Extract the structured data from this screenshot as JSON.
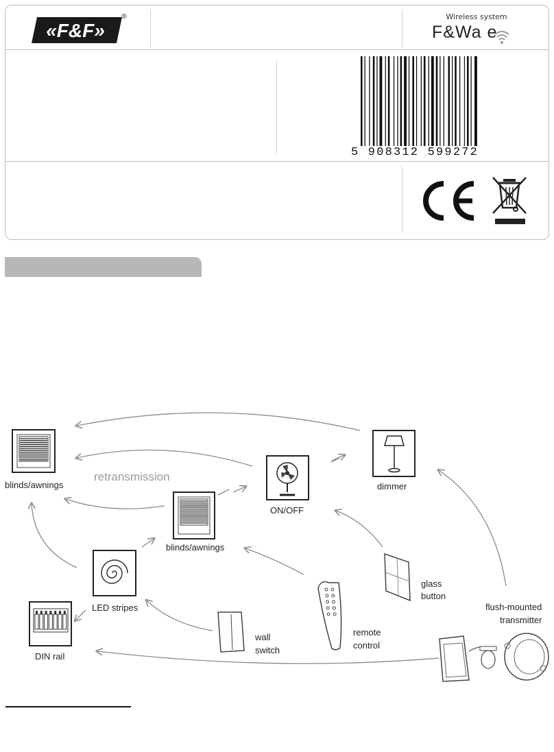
{
  "header": {
    "logo_text": "«F&F»",
    "registered_mark": "®",
    "wireless_label": "Wireless system",
    "brand_name": "F&Wa  e",
    "barcode_number": "5 908312 599272"
  },
  "diagram": {
    "labels": {
      "blinds_left": "blinds/awnings",
      "retransmission": "retransmission",
      "blinds_center": "blinds/awnings",
      "on_off": "ON/OFF",
      "dimmer": "dimmer",
      "led_stripes": "LED stripes",
      "din_rail": "DIN rail",
      "wall_switch_1": "wall",
      "wall_switch_2": "switch",
      "remote_1": "remote",
      "remote_2": "control",
      "glass_1": "glass",
      "glass_2": "button",
      "flush_1": "flush-mounted",
      "flush_2": "transmitter"
    }
  },
  "colors": {
    "border": "#bdbdbd",
    "tab": "#b7b7b7",
    "arrow": "#8a8a8a"
  }
}
